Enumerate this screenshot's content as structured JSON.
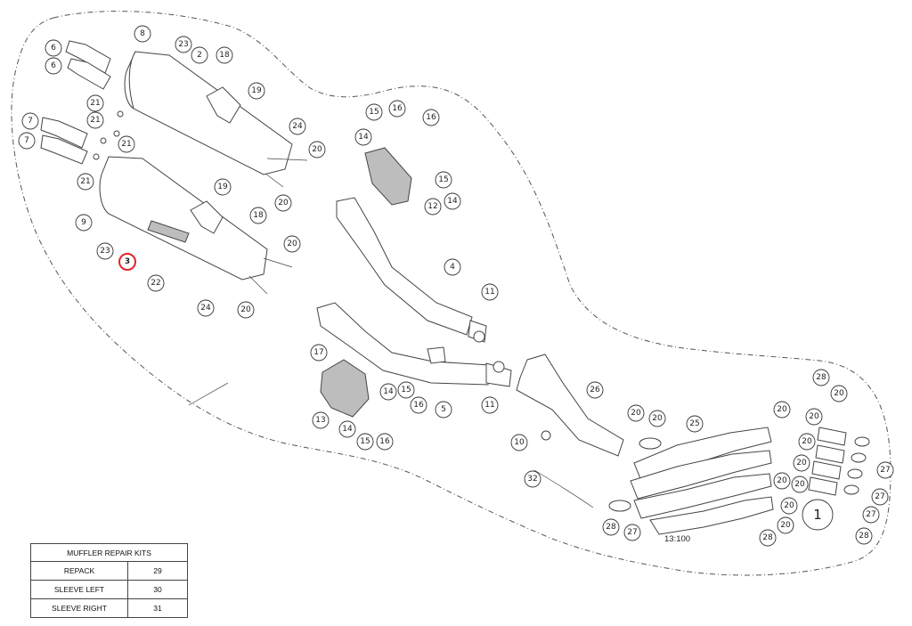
{
  "scale": "13:100",
  "repair_kits": {
    "title": "MUFFLER REPAIR KITS",
    "rows": [
      {
        "label": "REPACK",
        "value": "29"
      },
      {
        "label": "SLEEVE LEFT",
        "value": "30"
      },
      {
        "label": "SLEEVE RIGHT",
        "value": "31"
      }
    ]
  },
  "highlight_color": "#e0242a",
  "highlighted_part": "3",
  "callouts": [
    "6",
    "6",
    "8",
    "23",
    "2",
    "18",
    "19",
    "7",
    "7",
    "21",
    "21",
    "21",
    "21",
    "24",
    "20",
    "20",
    "9",
    "23",
    "3",
    "22",
    "19",
    "18",
    "20",
    "24",
    "20",
    "15",
    "16",
    "16",
    "14",
    "15",
    "12",
    "14",
    "4",
    "11",
    "17",
    "14",
    "15",
    "16",
    "13",
    "14",
    "15",
    "16",
    "5",
    "11",
    "26",
    "10",
    "32",
    "20",
    "20",
    "25",
    "20",
    "20",
    "20",
    "28",
    "28",
    "20",
    "20",
    "20",
    "20",
    "20",
    "20",
    "28",
    "27",
    "27",
    "27",
    "27",
    "28",
    "1"
  ]
}
